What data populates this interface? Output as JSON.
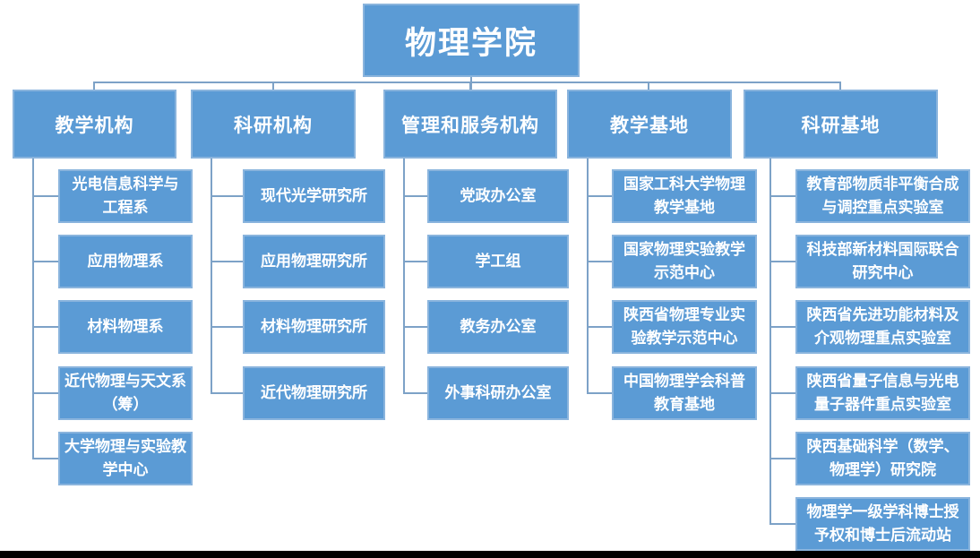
{
  "chart": {
    "type": "org-chart",
    "title": "物理学院",
    "columns": [
      {
        "label": "教学机构",
        "children": [
          "光电信息科学与\n工程系",
          "应用物理系",
          "材料物理系",
          "近代物理与天文系\n（筹）",
          "大学物理与实验教\n学中心"
        ]
      },
      {
        "label": "科研机构",
        "children": [
          "现代光学研究所",
          "应用物理研究所",
          "材料物理研究所",
          "近代物理研究所"
        ]
      },
      {
        "label": "管理和服务机构",
        "children": [
          "党政办公室",
          "学工组",
          "教务办公室",
          "外事科研办公室"
        ]
      },
      {
        "label": "教学基地",
        "children": [
          "国家工科大学物理\n教学基地",
          "国家物理实验教学\n示范中心",
          "陕西省物理专业实\n验教学示范中心",
          "中国物理学会科普\n教育基地"
        ]
      },
      {
        "label": "科研基地",
        "children": [
          "教育部物质非平衡合成\n与调控重点实验室",
          "科技部新材料国际联合\n研究中心",
          "陕西省先进功能材料及\n介观物理重点实验室",
          "陕西省量子信息与光电\n量子器件重点实验室",
          "陕西基础科学（数学、\n物理学）研究院",
          "物理学一级学科博士授\n予权和博士后流动站"
        ]
      }
    ],
    "colors": {
      "box_fill": "#5b9bd5",
      "box_border": "#8ab4dd",
      "box_text": "#ffffff",
      "connector": "#7da2c7",
      "bottom_bar": "#000000"
    }
  }
}
